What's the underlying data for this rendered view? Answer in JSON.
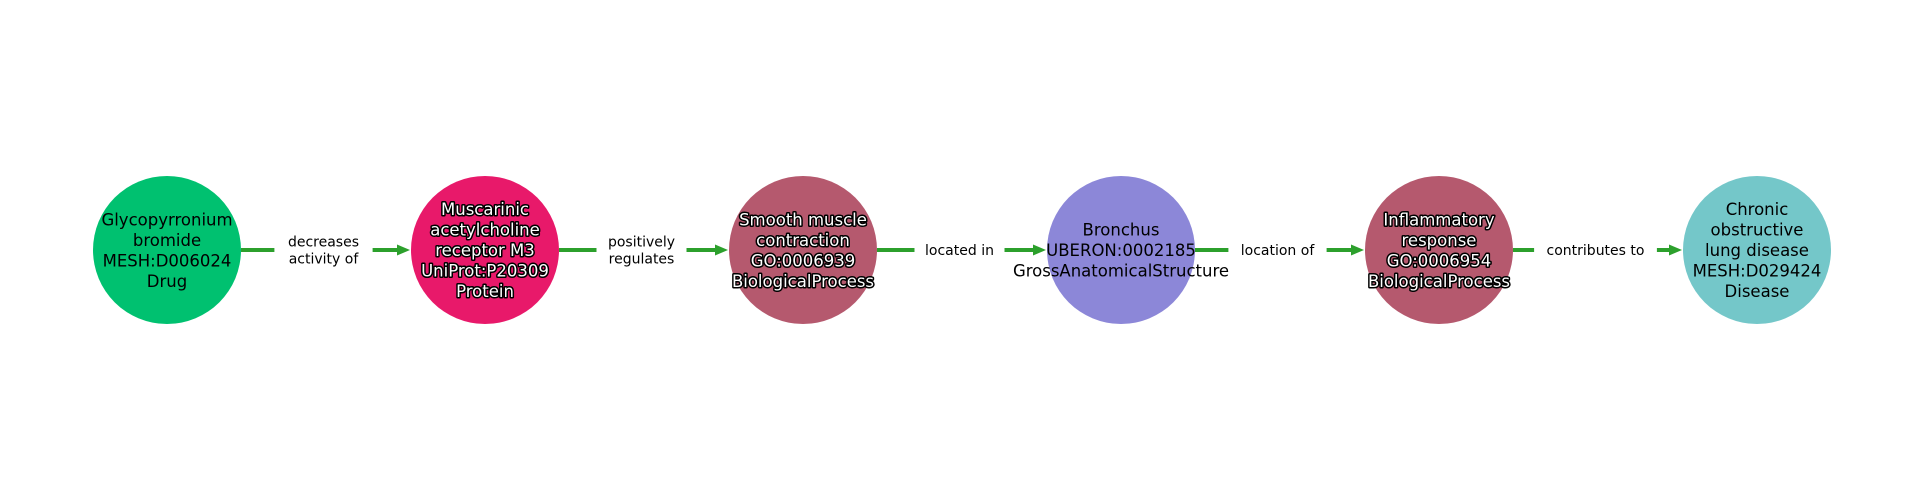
{
  "graph": {
    "nodes": [
      {
        "id": "n0",
        "lines": [
          "Glycopyrronium",
          "bromide",
          "MESH:D006024",
          "Drug"
        ],
        "color": "#00c170",
        "outlined": false
      },
      {
        "id": "n1",
        "lines": [
          "Muscarinic",
          "acetylcholine",
          "receptor M3",
          "UniProt:P20309",
          "Protein"
        ],
        "color": "#e8196a",
        "outlined": true
      },
      {
        "id": "n2",
        "lines": [
          "Smooth muscle",
          "contraction",
          "GO:0006939",
          "BiologicalProcess"
        ],
        "color": "#b5596e",
        "outlined": true
      },
      {
        "id": "n3",
        "lines": [
          "Bronchus",
          "UBERON:0002185",
          "GrossAnatomicalStructure"
        ],
        "color": "#8c87d8",
        "outlined": false
      },
      {
        "id": "n4",
        "lines": [
          "Inflammatory",
          "response",
          "GO:0006954",
          "BiologicalProcess"
        ],
        "color": "#b5596e",
        "outlined": true
      },
      {
        "id": "n5",
        "lines": [
          "Chronic",
          "obstructive",
          "lung disease",
          "MESH:D029424",
          "Disease"
        ],
        "color": "#74c7c9",
        "outlined": false
      }
    ],
    "edges": [
      {
        "from": "n0",
        "to": "n1",
        "label_lines": [
          "decreases",
          "activity of"
        ]
      },
      {
        "from": "n1",
        "to": "n2",
        "label_lines": [
          "positively",
          "regulates"
        ]
      },
      {
        "from": "n2",
        "to": "n3",
        "label_lines": [
          "located in"
        ]
      },
      {
        "from": "n3",
        "to": "n4",
        "label_lines": [
          "location of"
        ]
      },
      {
        "from": "n4",
        "to": "n5",
        "label_lines": [
          "contributes to"
        ]
      }
    ],
    "edge_color": "#2ca02c"
  }
}
